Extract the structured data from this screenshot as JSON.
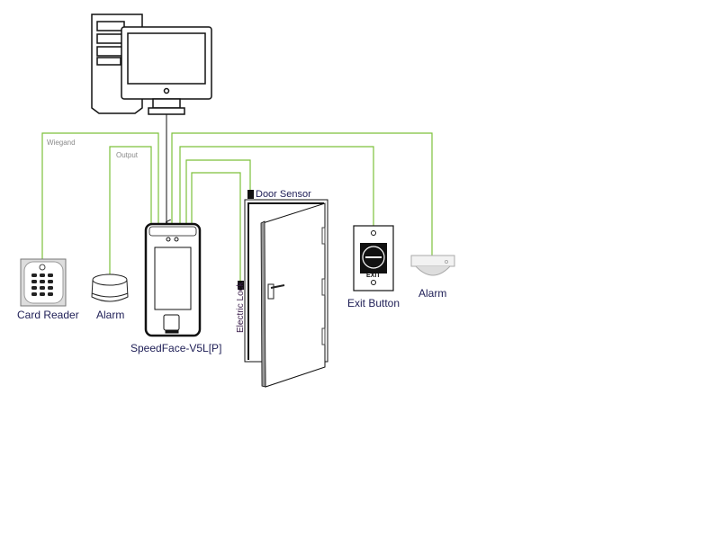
{
  "labels": {
    "wiegand": "Wiegand",
    "output": "Output",
    "card_reader": "Card Reader",
    "alarm_left": "Alarm",
    "device": "SpeedFace-V5L[P]",
    "door_sensor": "Door Sensor",
    "electric_lock": "Electric Lock",
    "exit_button": "Exit Button",
    "exit_text": "EXIT",
    "alarm_right": "Alarm"
  },
  "colors": {
    "wire": "#7dc13b",
    "outline": "#111111",
    "label": "#1d1d55"
  }
}
